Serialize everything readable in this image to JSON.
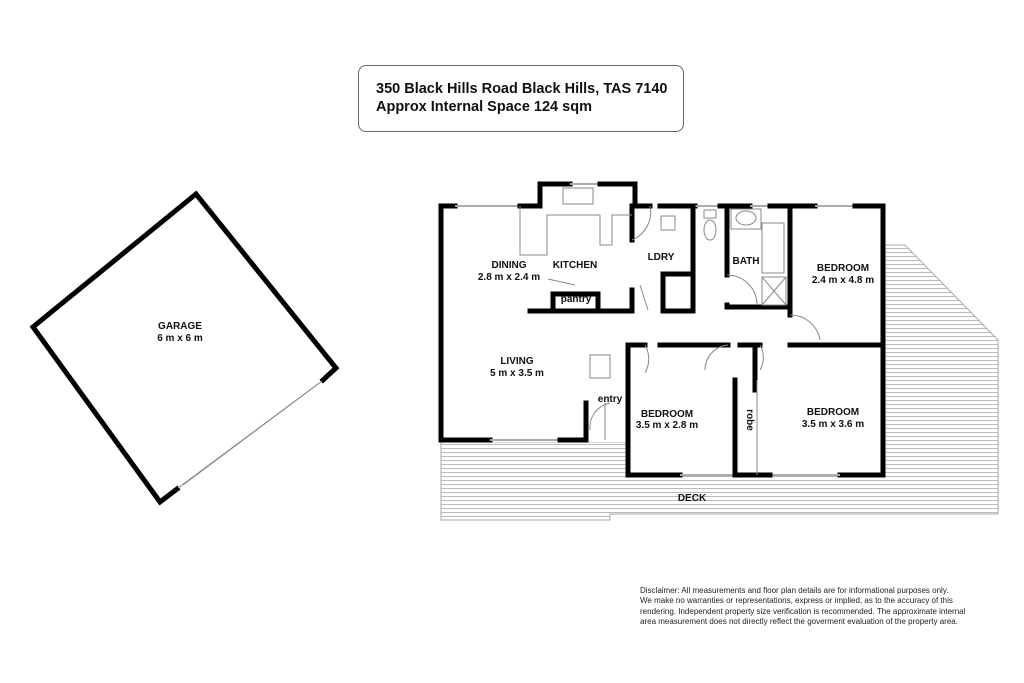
{
  "header": {
    "address": "350 Black Hills Road Black Hills, TAS 7140",
    "internal_space": "Approx Internal Space 124 sqm"
  },
  "rooms": {
    "garage": {
      "name": "GARAGE",
      "size": "6 m x 6 m"
    },
    "dining": {
      "name": "DINING",
      "size": "2.8 m x 2.4 m"
    },
    "kitchen": {
      "name": "KITCHEN"
    },
    "pantry": {
      "name": "pantry"
    },
    "laundry": {
      "name": "LDRY"
    },
    "bath": {
      "name": "BATH"
    },
    "bedroom1": {
      "name": "BEDROOM",
      "size": "2.4 m x 4.8 m"
    },
    "living": {
      "name": "LIVING",
      "size": "5 m x 3.5 m"
    },
    "entry": {
      "name": "entry"
    },
    "bedroom2": {
      "name": "BEDROOM",
      "size": "3.5 m x 2.8 m"
    },
    "robe": {
      "name": "robe"
    },
    "bedroom3": {
      "name": "BEDROOM",
      "size": "3.5 m x 3.6 m"
    },
    "deck": {
      "name": "DECK"
    }
  },
  "disclaimer": [
    "Disclaimer: All measurements and floor plan details are for informational purposes only.",
    "We  make no warranties or representations, express or implied, as to the accuracy of this",
    "rendering. Independent property size verification is recommended. The approximate internal",
    "area measurement does not directly reflect the goverment evaluation of the property area."
  ]
}
